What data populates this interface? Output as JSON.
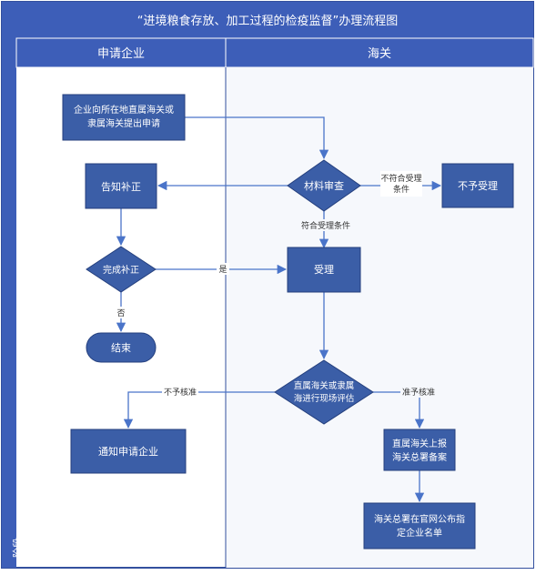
{
  "title": "“进境粮食存放、加工过程的检疫监督”办理流程图",
  "stage_label": "阶段",
  "lanes": [
    {
      "id": "applicant",
      "label": "申请企业"
    },
    {
      "id": "customs",
      "label": "海关"
    }
  ],
  "nodes": {
    "submit": {
      "lines": [
        "企业向所在地直属海关或",
        "隶属海关提出申请"
      ]
    },
    "review": {
      "lines": [
        "材料审查"
      ]
    },
    "reject": {
      "lines": [
        "不予受理"
      ]
    },
    "supplement": {
      "lines": [
        "告知补正"
      ]
    },
    "complete": {
      "lines": [
        "完成补正"
      ]
    },
    "accept": {
      "lines": [
        "受理"
      ]
    },
    "end": {
      "lines": [
        "结束"
      ]
    },
    "assess": {
      "lines": [
        "直属海关或隶属",
        "海进行现场评估"
      ]
    },
    "notify": {
      "lines": [
        "通知申请企业"
      ]
    },
    "report": {
      "lines": [
        "直属海关上报",
        "海关总署备案"
      ]
    },
    "publish": {
      "lines": [
        "海关总署在官网公布指",
        "定企业名单"
      ]
    }
  },
  "edge_labels": {
    "not_conform": [
      "不符合受理",
      "条件"
    ],
    "conform": "符合受理条件",
    "yes": "是",
    "no": "否",
    "not_approve": "不予核准",
    "approve": "准予核准"
  },
  "colors": {
    "header": "#3d5eb8",
    "node_fill": "#3b5ea7",
    "node_stroke": "#243f7d",
    "line": "#4a74c9",
    "frame": "#334f9e"
  }
}
